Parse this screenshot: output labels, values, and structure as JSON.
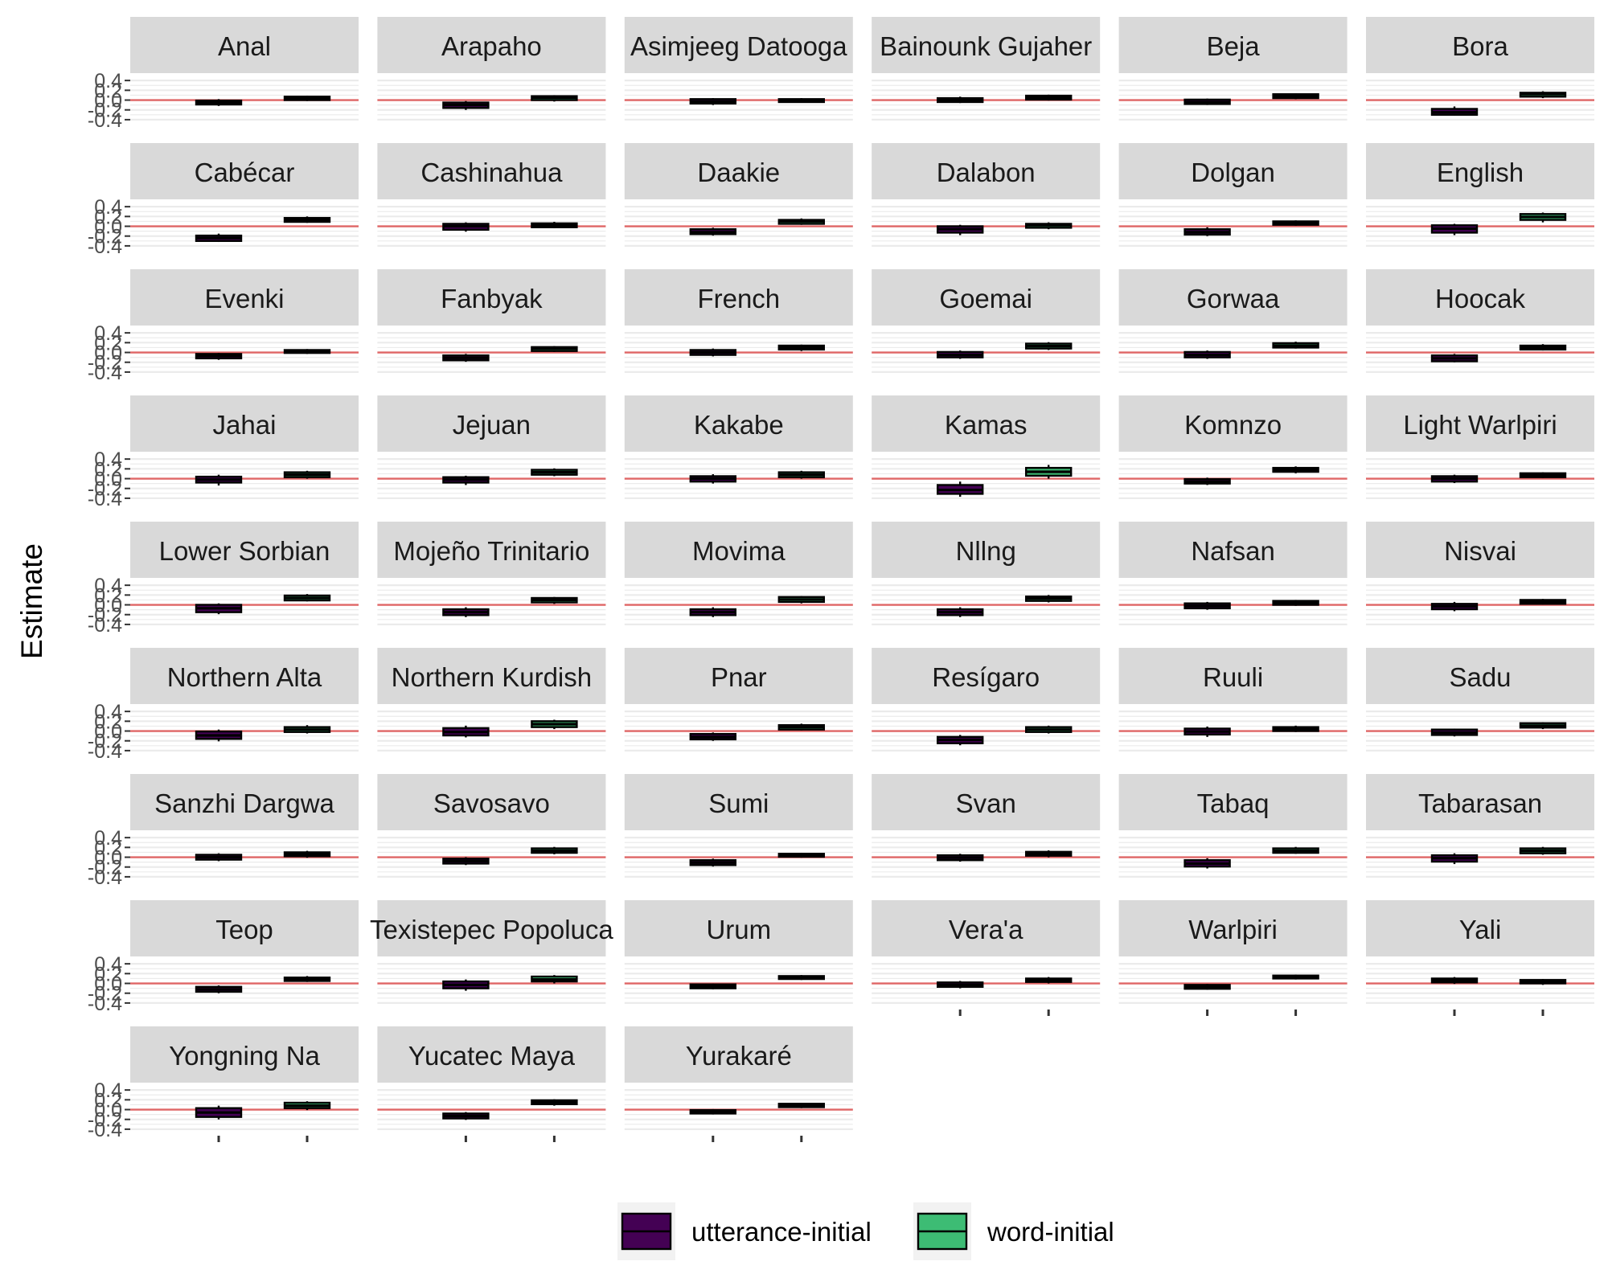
{
  "chart_data": {
    "type": "boxplot",
    "facet_layout": "6 columns x 9 rows",
    "ylabel": "Estimate",
    "xlabel": "",
    "yticks": [
      0.4,
      0.2,
      0.0,
      -0.2,
      -0.4
    ],
    "ytick_labels": [
      "0.4",
      "0.2",
      "0.0",
      "-0.2",
      "-0.4"
    ],
    "ylim": [
      -0.5,
      0.55
    ],
    "reference_line": 0,
    "reference_line_color": "#e06666",
    "grid": true,
    "x_tick_labels_shown": false,
    "colors": {
      "utterance_initial": "#440154",
      "word_initial": "#3dbc74",
      "box_outline": "#000000",
      "strip_background": "#d9d9d9",
      "grid": "#ebebeb"
    },
    "legend": {
      "position": "bottom",
      "entries": [
        {
          "key": "utterance_initial",
          "label": "utterance-initial"
        },
        {
          "key": "word_initial",
          "label": "word-initial"
        }
      ]
    },
    "series_keys": [
      "utterance_initial",
      "word_initial"
    ],
    "panels": [
      {
        "label": "Anal",
        "utterance_initial": {
          "min": -0.12,
          "q1": -0.09,
          "median": -0.05,
          "q3": -0.01,
          "max": 0.02
        },
        "word_initial": {
          "min": -0.02,
          "q1": 0.0,
          "median": 0.03,
          "q3": 0.07,
          "max": 0.09
        }
      },
      {
        "label": "Arapaho",
        "utterance_initial": {
          "min": -0.2,
          "q1": -0.16,
          "median": -0.1,
          "q3": -0.05,
          "max": -0.02
        },
        "word_initial": {
          "min": -0.03,
          "q1": 0.0,
          "median": 0.05,
          "q3": 0.08,
          "max": 0.1
        }
      },
      {
        "label": "Asimjeeg Datooga",
        "utterance_initial": {
          "min": -0.1,
          "q1": -0.07,
          "median": -0.03,
          "q3": 0.02,
          "max": 0.04
        },
        "word_initial": {
          "min": -0.05,
          "q1": -0.04,
          "median": -0.01,
          "q3": 0.02,
          "max": 0.04
        }
      },
      {
        "label": "Bainounk Gujaher",
        "utterance_initial": {
          "min": -0.06,
          "q1": -0.04,
          "median": 0.0,
          "q3": 0.04,
          "max": 0.07
        },
        "word_initial": {
          "min": -0.01,
          "q1": 0.01,
          "median": 0.05,
          "q3": 0.09,
          "max": 0.11
        }
      },
      {
        "label": "Beja",
        "utterance_initial": {
          "min": -0.1,
          "q1": -0.08,
          "median": -0.04,
          "q3": 0.01,
          "max": 0.03
        },
        "word_initial": {
          "min": 0.02,
          "q1": 0.04,
          "median": 0.08,
          "q3": 0.12,
          "max": 0.14
        }
      },
      {
        "label": "Bora",
        "utterance_initial": {
          "min": -0.32,
          "q1": -0.3,
          "median": -0.25,
          "q3": -0.18,
          "max": -0.13
        },
        "word_initial": {
          "min": 0.04,
          "q1": 0.07,
          "median": 0.12,
          "q3": 0.15,
          "max": 0.18
        }
      },
      {
        "label": "Cabécar",
        "utterance_initial": {
          "min": -0.32,
          "q1": -0.3,
          "median": -0.24,
          "q3": -0.19,
          "max": -0.15
        },
        "word_initial": {
          "min": 0.07,
          "q1": 0.09,
          "median": 0.13,
          "q3": 0.17,
          "max": 0.2
        }
      },
      {
        "label": "Cashinahua",
        "utterance_initial": {
          "min": -0.11,
          "q1": -0.07,
          "median": 0.0,
          "q3": 0.05,
          "max": 0.08
        },
        "word_initial": {
          "min": -0.04,
          "q1": -0.02,
          "median": 0.02,
          "q3": 0.06,
          "max": 0.09
        }
      },
      {
        "label": "Daakie",
        "utterance_initial": {
          "min": -0.19,
          "q1": -0.16,
          "median": -0.12,
          "q3": -0.06,
          "max": -0.03
        },
        "word_initial": {
          "min": 0.03,
          "q1": 0.05,
          "median": 0.1,
          "q3": 0.13,
          "max": 0.16
        }
      },
      {
        "label": "Dalabon",
        "utterance_initial": {
          "min": -0.18,
          "q1": -0.13,
          "median": -0.06,
          "q3": 0.0,
          "max": 0.03
        },
        "word_initial": {
          "min": -0.06,
          "q1": -0.03,
          "median": 0.02,
          "q3": 0.05,
          "max": 0.08
        }
      },
      {
        "label": "Dolgan",
        "utterance_initial": {
          "min": -0.2,
          "q1": -0.17,
          "median": -0.12,
          "q3": -0.06,
          "max": -0.02
        },
        "word_initial": {
          "min": 0.01,
          "q1": 0.03,
          "median": 0.07,
          "q3": 0.1,
          "max": 0.12
        }
      },
      {
        "label": "English",
        "utterance_initial": {
          "min": -0.18,
          "q1": -0.13,
          "median": -0.05,
          "q3": 0.02,
          "max": 0.05
        },
        "word_initial": {
          "min": 0.08,
          "q1": 0.13,
          "median": 0.19,
          "q3": 0.25,
          "max": 0.28
        }
      },
      {
        "label": "Evenki",
        "utterance_initial": {
          "min": -0.15,
          "q1": -0.12,
          "median": -0.07,
          "q3": -0.03,
          "max": -0.01
        },
        "word_initial": {
          "min": -0.03,
          "q1": -0.01,
          "median": 0.02,
          "q3": 0.05,
          "max": 0.07
        }
      },
      {
        "label": "Fanbyak",
        "utterance_initial": {
          "min": -0.19,
          "q1": -0.16,
          "median": -0.11,
          "q3": -0.06,
          "max": -0.03
        },
        "word_initial": {
          "min": 0.01,
          "q1": 0.03,
          "median": 0.08,
          "q3": 0.11,
          "max": 0.13
        }
      },
      {
        "label": "French",
        "utterance_initial": {
          "min": -0.08,
          "q1": -0.05,
          "median": 0.0,
          "q3": 0.05,
          "max": 0.08
        },
        "word_initial": {
          "min": 0.03,
          "q1": 0.06,
          "median": 0.1,
          "q3": 0.14,
          "max": 0.16
        }
      },
      {
        "label": "Goemai",
        "utterance_initial": {
          "min": -0.13,
          "q1": -0.1,
          "median": -0.05,
          "q3": 0.01,
          "max": 0.04
        },
        "word_initial": {
          "min": 0.05,
          "q1": 0.08,
          "median": 0.13,
          "q3": 0.18,
          "max": 0.21
        }
      },
      {
        "label": "Gorwaa",
        "utterance_initial": {
          "min": -0.13,
          "q1": -0.1,
          "median": -0.05,
          "q3": 0.01,
          "max": 0.04
        },
        "word_initial": {
          "min": 0.08,
          "q1": 0.1,
          "median": 0.14,
          "q3": 0.19,
          "max": 0.22
        }
      },
      {
        "label": "Hoocak",
        "utterance_initial": {
          "min": -0.2,
          "q1": -0.18,
          "median": -0.12,
          "q3": -0.06,
          "max": -0.03
        },
        "word_initial": {
          "min": 0.04,
          "q1": 0.06,
          "median": 0.1,
          "q3": 0.14,
          "max": 0.17
        }
      },
      {
        "label": "Jahai",
        "utterance_initial": {
          "min": -0.14,
          "q1": -0.08,
          "median": -0.02,
          "q3": 0.04,
          "max": 0.08
        },
        "word_initial": {
          "min": 0.0,
          "q1": 0.03,
          "median": 0.08,
          "q3": 0.13,
          "max": 0.16
        }
      },
      {
        "label": "Jejuan",
        "utterance_initial": {
          "min": -0.13,
          "q1": -0.08,
          "median": -0.02,
          "q3": 0.03,
          "max": 0.06
        },
        "word_initial": {
          "min": 0.05,
          "q1": 0.08,
          "median": 0.13,
          "q3": 0.18,
          "max": 0.21
        }
      },
      {
        "label": "Kakabe",
        "utterance_initial": {
          "min": -0.1,
          "q1": -0.06,
          "median": 0.0,
          "q3": 0.05,
          "max": 0.09
        },
        "word_initial": {
          "min": 0.0,
          "q1": 0.03,
          "median": 0.08,
          "q3": 0.13,
          "max": 0.16
        }
      },
      {
        "label": "Kamas",
        "utterance_initial": {
          "min": -0.37,
          "q1": -0.31,
          "median": -0.23,
          "q3": -0.13,
          "max": -0.06
        },
        "word_initial": {
          "min": 0.0,
          "q1": 0.06,
          "median": 0.14,
          "q3": 0.22,
          "max": 0.28
        }
      },
      {
        "label": "Komnzo",
        "utterance_initial": {
          "min": -0.13,
          "q1": -0.1,
          "median": -0.06,
          "q3": -0.01,
          "max": 0.02
        },
        "word_initial": {
          "min": 0.11,
          "q1": 0.14,
          "median": 0.18,
          "q3": 0.22,
          "max": 0.25
        }
      },
      {
        "label": "Light Warlpiri",
        "utterance_initial": {
          "min": -0.09,
          "q1": -0.06,
          "median": 0.0,
          "q3": 0.05,
          "max": 0.08
        },
        "word_initial": {
          "min": 0.01,
          "q1": 0.03,
          "median": 0.07,
          "q3": 0.11,
          "max": 0.13
        }
      },
      {
        "label": "Lower Sorbian",
        "utterance_initial": {
          "min": -0.19,
          "q1": -0.15,
          "median": -0.07,
          "q3": 0.0,
          "max": 0.03
        },
        "word_initial": {
          "min": 0.07,
          "q1": 0.09,
          "median": 0.14,
          "q3": 0.19,
          "max": 0.22
        }
      },
      {
        "label": "Mojeño Trinitario",
        "utterance_initial": {
          "min": -0.25,
          "q1": -0.21,
          "median": -0.15,
          "q3": -0.09,
          "max": -0.05
        },
        "word_initial": {
          "min": 0.02,
          "q1": 0.05,
          "median": 0.1,
          "q3": 0.14,
          "max": 0.16
        }
      },
      {
        "label": "Movima",
        "utterance_initial": {
          "min": -0.25,
          "q1": -0.21,
          "median": -0.15,
          "q3": -0.09,
          "max": -0.05
        },
        "word_initial": {
          "min": 0.03,
          "q1": 0.06,
          "median": 0.11,
          "q3": 0.16,
          "max": 0.18
        }
      },
      {
        "label": "Nllng",
        "utterance_initial": {
          "min": -0.25,
          "q1": -0.21,
          "median": -0.15,
          "q3": -0.09,
          "max": -0.05
        },
        "word_initial": {
          "min": 0.05,
          "q1": 0.08,
          "median": 0.13,
          "q3": 0.17,
          "max": 0.2
        }
      },
      {
        "label": "Nafsan",
        "utterance_initial": {
          "min": -0.1,
          "q1": -0.07,
          "median": -0.02,
          "q3": 0.03,
          "max": 0.06
        },
        "word_initial": {
          "min": -0.02,
          "q1": 0.0,
          "median": 0.04,
          "q3": 0.08,
          "max": 0.1
        }
      },
      {
        "label": "Nisvai",
        "utterance_initial": {
          "min": -0.13,
          "q1": -0.09,
          "median": -0.03,
          "q3": 0.02,
          "max": 0.06
        },
        "word_initial": {
          "min": 0.0,
          "q1": 0.02,
          "median": 0.06,
          "q3": 0.1,
          "max": 0.12
        }
      },
      {
        "label": "Northern Alta",
        "utterance_initial": {
          "min": -0.21,
          "q1": -0.16,
          "median": -0.09,
          "q3": -0.01,
          "max": 0.03
        },
        "word_initial": {
          "min": -0.05,
          "q1": -0.02,
          "median": 0.03,
          "q3": 0.08,
          "max": 0.12
        }
      },
      {
        "label": "Northern Kurdish",
        "utterance_initial": {
          "min": -0.13,
          "q1": -0.09,
          "median": -0.02,
          "q3": 0.06,
          "max": 0.11
        },
        "word_initial": {
          "min": 0.04,
          "q1": 0.08,
          "median": 0.14,
          "q3": 0.2,
          "max": 0.23
        }
      },
      {
        "label": "Pnar",
        "utterance_initial": {
          "min": -0.2,
          "q1": -0.17,
          "median": -0.12,
          "q3": -0.06,
          "max": -0.03
        },
        "word_initial": {
          "min": 0.01,
          "q1": 0.03,
          "median": 0.08,
          "q3": 0.12,
          "max": 0.15
        }
      },
      {
        "label": "Resígaro",
        "utterance_initial": {
          "min": -0.29,
          "q1": -0.25,
          "median": -0.18,
          "q3": -0.12,
          "max": -0.08
        },
        "word_initial": {
          "min": -0.05,
          "q1": -0.02,
          "median": 0.03,
          "q3": 0.08,
          "max": 0.11
        }
      },
      {
        "label": "Ruuli",
        "utterance_initial": {
          "min": -0.12,
          "q1": -0.07,
          "median": -0.01,
          "q3": 0.05,
          "max": 0.09
        },
        "word_initial": {
          "min": -0.02,
          "q1": 0.0,
          "median": 0.04,
          "q3": 0.08,
          "max": 0.11
        }
      },
      {
        "label": "Sadu",
        "utterance_initial": {
          "min": -0.11,
          "q1": -0.08,
          "median": -0.03,
          "q3": 0.03,
          "max": 0.05
        },
        "word_initial": {
          "min": 0.04,
          "q1": 0.07,
          "median": 0.11,
          "q3": 0.16,
          "max": 0.18
        }
      },
      {
        "label": "Sanzhi Dargwa",
        "utterance_initial": {
          "min": -0.08,
          "q1": -0.05,
          "median": 0.0,
          "q3": 0.05,
          "max": 0.08
        },
        "word_initial": {
          "min": -0.01,
          "q1": 0.02,
          "median": 0.06,
          "q3": 0.1,
          "max": 0.13
        }
      },
      {
        "label": "Savosavo",
        "utterance_initial": {
          "min": -0.16,
          "q1": -0.13,
          "median": -0.08,
          "q3": -0.03,
          "max": 0.0
        },
        "word_initial": {
          "min": 0.06,
          "q1": 0.09,
          "median": 0.13,
          "q3": 0.18,
          "max": 0.21
        }
      },
      {
        "label": "Sumi",
        "utterance_initial": {
          "min": -0.19,
          "q1": -0.16,
          "median": -0.11,
          "q3": -0.06,
          "max": -0.03
        },
        "word_initial": {
          "min": -0.01,
          "q1": 0.01,
          "median": 0.04,
          "q3": 0.07,
          "max": 0.09
        }
      },
      {
        "label": "Svan",
        "utterance_initial": {
          "min": -0.09,
          "q1": -0.06,
          "median": -0.01,
          "q3": 0.04,
          "max": 0.07
        },
        "word_initial": {
          "min": 0.0,
          "q1": 0.03,
          "median": 0.07,
          "q3": 0.11,
          "max": 0.14
        }
      },
      {
        "label": "Tabaq",
        "utterance_initial": {
          "min": -0.23,
          "q1": -0.19,
          "median": -0.13,
          "q3": -0.06,
          "max": -0.02
        },
        "word_initial": {
          "min": 0.07,
          "q1": 0.09,
          "median": 0.13,
          "q3": 0.18,
          "max": 0.21
        }
      },
      {
        "label": "Tabarasan",
        "utterance_initial": {
          "min": -0.14,
          "q1": -0.09,
          "median": -0.02,
          "q3": 0.04,
          "max": 0.08
        },
        "word_initial": {
          "min": 0.05,
          "q1": 0.08,
          "median": 0.13,
          "q3": 0.18,
          "max": 0.21
        }
      },
      {
        "label": "Teop",
        "utterance_initial": {
          "min": -0.2,
          "q1": -0.17,
          "median": -0.12,
          "q3": -0.07,
          "max": -0.04
        },
        "word_initial": {
          "min": 0.03,
          "q1": 0.05,
          "median": 0.09,
          "q3": 0.12,
          "max": 0.15
        }
      },
      {
        "label": "Texistepec Popoluca",
        "utterance_initial": {
          "min": -0.15,
          "q1": -0.1,
          "median": -0.03,
          "q3": 0.04,
          "max": 0.08
        },
        "word_initial": {
          "min": 0.0,
          "q1": 0.04,
          "median": 0.08,
          "q3": 0.14,
          "max": 0.17
        }
      },
      {
        "label": "Urum",
        "utterance_initial": {
          "min": -0.12,
          "q1": -0.1,
          "median": -0.06,
          "q3": -0.02,
          "max": 0.0
        },
        "word_initial": {
          "min": 0.07,
          "q1": 0.09,
          "median": 0.12,
          "q3": 0.15,
          "max": 0.17
        }
      },
      {
        "label": "Vera'a",
        "utterance_initial": {
          "min": -0.1,
          "q1": -0.07,
          "median": -0.03,
          "q3": 0.02,
          "max": 0.05
        },
        "word_initial": {
          "min": 0.0,
          "q1": 0.03,
          "median": 0.06,
          "q3": 0.1,
          "max": 0.13
        }
      },
      {
        "label": "Warlpiri",
        "utterance_initial": {
          "min": -0.13,
          "q1": -0.11,
          "median": -0.07,
          "q3": -0.03,
          "max": -0.01
        },
        "word_initial": {
          "min": 0.08,
          "q1": 0.1,
          "median": 0.13,
          "q3": 0.16,
          "max": 0.18
        }
      },
      {
        "label": "Yali",
        "utterance_initial": {
          "min": -0.01,
          "q1": 0.02,
          "median": 0.06,
          "q3": 0.1,
          "max": 0.13
        },
        "word_initial": {
          "min": -0.03,
          "q1": 0.0,
          "median": 0.04,
          "q3": 0.07,
          "max": 0.09
        }
      },
      {
        "label": "Yongning Na",
        "utterance_initial": {
          "min": -0.2,
          "q1": -0.15,
          "median": -0.06,
          "q3": 0.03,
          "max": 0.08
        },
        "word_initial": {
          "min": -0.01,
          "q1": 0.03,
          "median": 0.08,
          "q3": 0.14,
          "max": 0.17
        }
      },
      {
        "label": "Yucatec Maya",
        "utterance_initial": {
          "min": -0.21,
          "q1": -0.18,
          "median": -0.13,
          "q3": -0.08,
          "max": -0.05
        },
        "word_initial": {
          "min": 0.08,
          "q1": 0.11,
          "median": 0.15,
          "q3": 0.19,
          "max": 0.21
        }
      },
      {
        "label": "Yurakaré",
        "utterance_initial": {
          "min": -0.1,
          "q1": -0.08,
          "median": -0.05,
          "q3": -0.01,
          "max": 0.01
        },
        "word_initial": {
          "min": 0.03,
          "q1": 0.05,
          "median": 0.09,
          "q3": 0.12,
          "max": 0.14
        }
      }
    ]
  }
}
